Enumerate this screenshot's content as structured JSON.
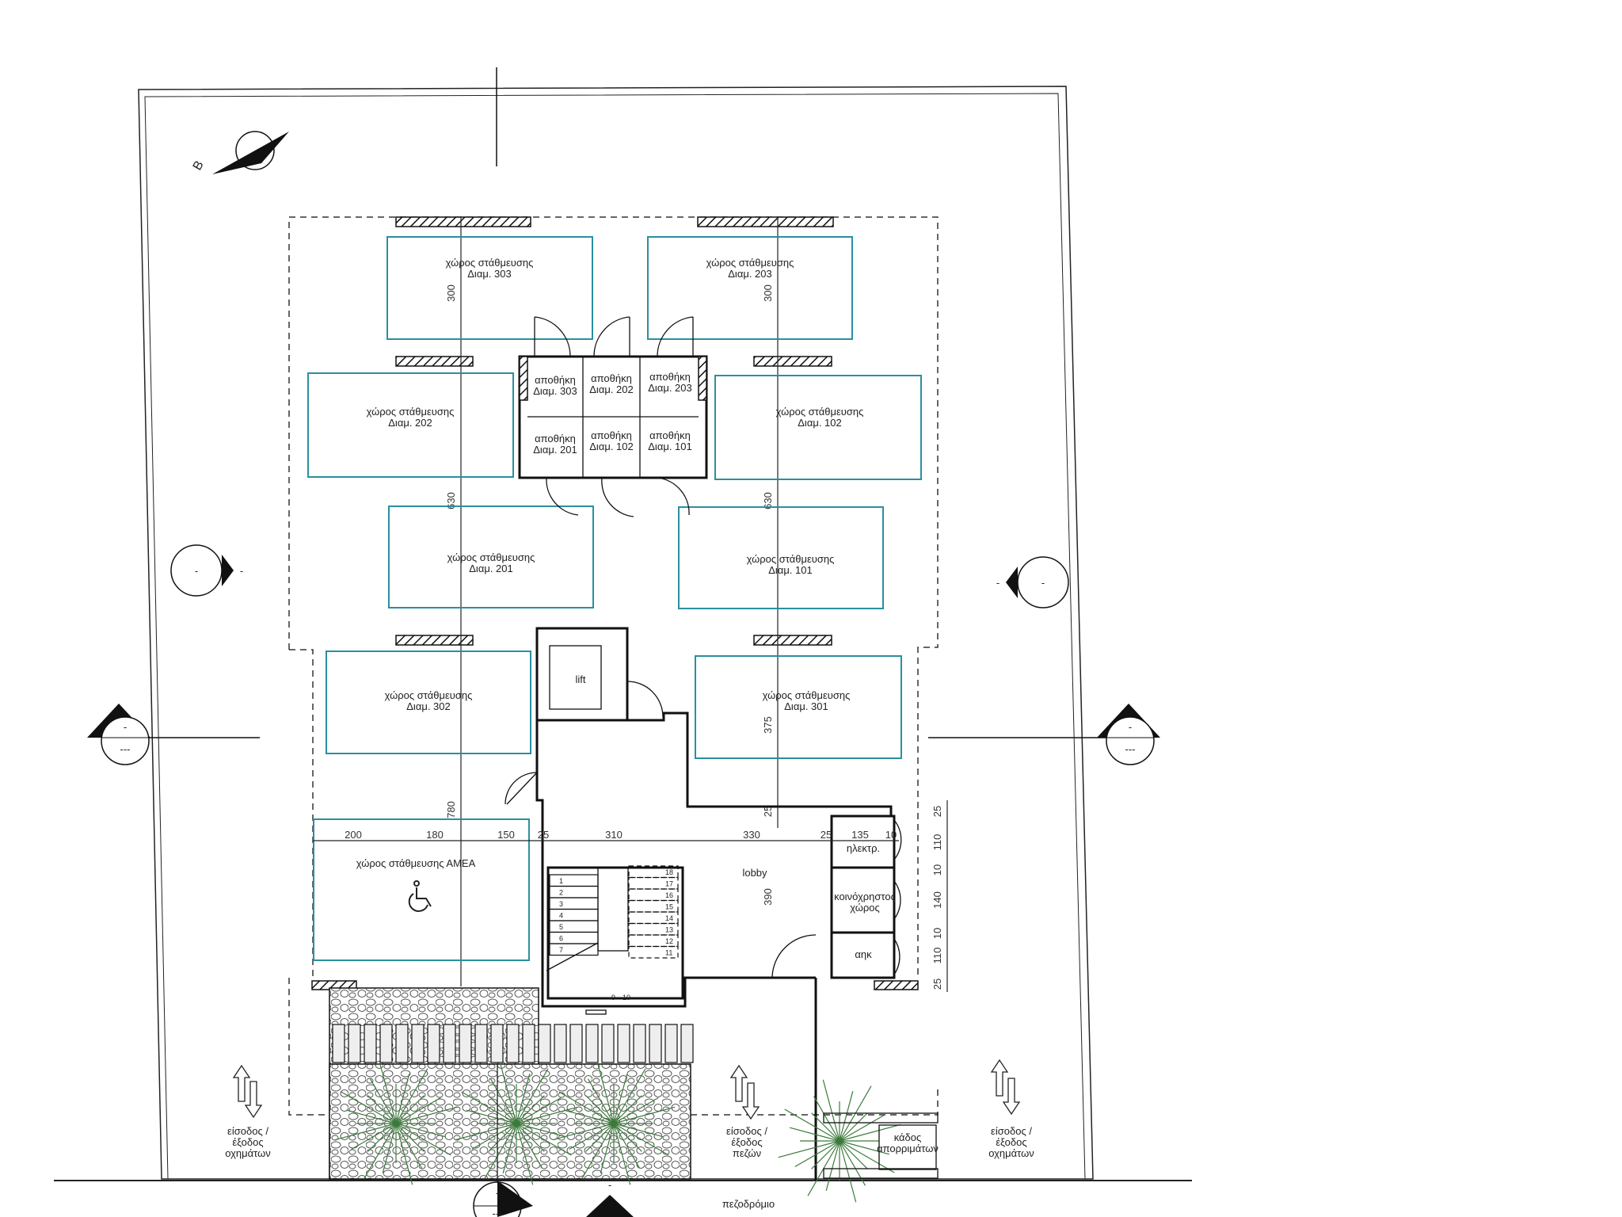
{
  "north_label": "Β",
  "parking_label": "χώρος στάθμευσης",
  "parking": {
    "p303": "Διαμ. 303",
    "p203": "Διαμ. 203",
    "p202": "Διαμ. 202",
    "p102": "Διαμ. 102",
    "p201": "Διαμ. 201",
    "p101": "Διαμ. 101",
    "p302": "Διαμ. 302",
    "p301": "Διαμ. 301",
    "amea": "χώρος στάθμευσης ΑΜΕΑ"
  },
  "storage_label": "αποθήκη",
  "storage": {
    "s303": "Διαμ. 303",
    "s202": "Διαμ. 202",
    "s203": "Διαμ. 203",
    "s201": "Διαμ. 201",
    "s102": "Διαμ. 102",
    "s101": "Διαμ. 101"
  },
  "rooms": {
    "lift": "lift",
    "lobby": "lobby",
    "electrical": "ηλεκτρ.",
    "common_1": "κοινόχρηστος",
    "common_2": "χώρος",
    "ahk": "αηκ",
    "bins_1": "κάδος",
    "bins_2": "απορριμάτων",
    "sidewalk": "πεζοδρόμιο"
  },
  "entrances": {
    "vehicles_left": [
      "είσοδος /",
      "έξοδος",
      "οχημάτων"
    ],
    "pedestrians": [
      "είσοδος /",
      "έξοδος",
      "πεζών"
    ],
    "vehicles_right": [
      "είσοδος /",
      "έξοδος",
      "οχημάτων"
    ]
  },
  "dimensions": {
    "v_left_300": "300",
    "v_left_630": "630",
    "v_left_780": "780",
    "v_right_300": "300",
    "v_right_630": "630",
    "v_right_375": "375",
    "v_right_25": "25",
    "v_lobby_390": "390",
    "h": [
      "200",
      "180",
      "150",
      "25",
      "310",
      "330",
      "25",
      "135",
      "10"
    ],
    "v_side": [
      "25",
      "110",
      "10",
      "140",
      "10",
      "110",
      "25"
    ]
  },
  "stairs": [
    "1",
    "2",
    "3",
    "4",
    "5",
    "6",
    "7",
    "9",
    "10",
    "11",
    "12",
    "13",
    "14",
    "15",
    "16",
    "17",
    "18"
  ],
  "section_marks": {
    "dash": "-",
    "triple_dash": "---"
  }
}
